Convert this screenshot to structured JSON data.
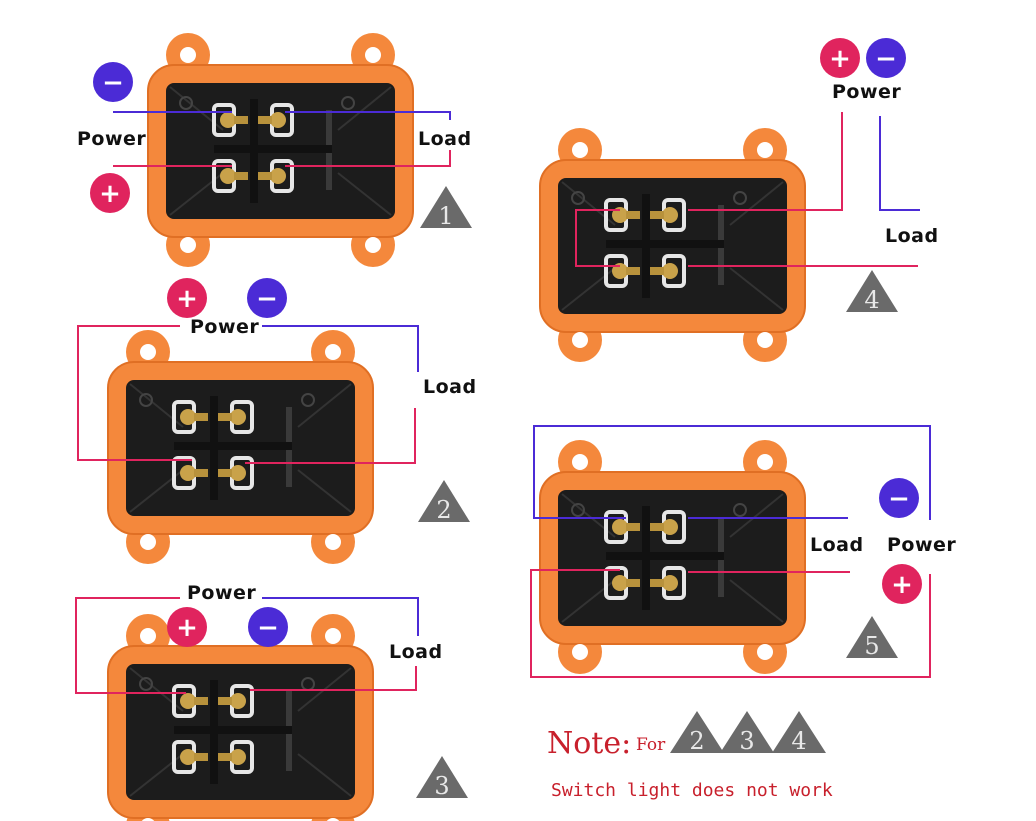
{
  "labels": {
    "power": "Power",
    "load": "Load",
    "plus": "+",
    "minus": "−"
  },
  "diagrams": [
    {
      "number": "1"
    },
    {
      "number": "2"
    },
    {
      "number": "3"
    },
    {
      "number": "4"
    },
    {
      "number": "5"
    }
  ],
  "note": {
    "title": "Note:",
    "for": "For",
    "refs": [
      "2",
      "3",
      "4"
    ],
    "text": "Switch light does not work"
  },
  "colors": {
    "positive": "#e0245e",
    "negative": "#4b2bd6",
    "housing": "#f4883c",
    "triangle": "#6a6a6a",
    "note": "#c8202c"
  }
}
